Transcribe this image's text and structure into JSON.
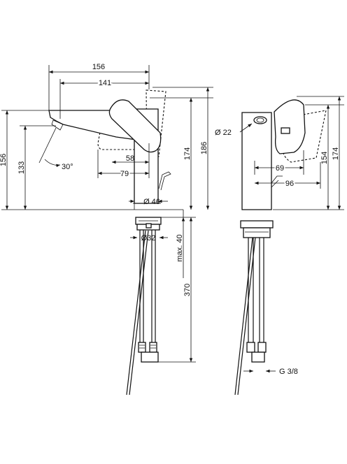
{
  "side_view": {
    "dim_width_overall": "156",
    "dim_width_spout": "141",
    "dim_height_spout": "156",
    "dim_height_outlet": "133",
    "dim_angle": "30°",
    "dim_lever_58": "58",
    "dim_lever_79": "79",
    "dim_height_body": "174",
    "dim_height_total": "186",
    "dim_base_diameter": "Ø 46",
    "dim_shank_diameter": "Ø32",
    "dim_max_thickness": "max. 40",
    "dim_hose_length": "370"
  },
  "front_view": {
    "dim_spout_diameter": "Ø 22",
    "dim_lever_69": "69",
    "dim_lever_96": "96",
    "dim_height_154": "154",
    "dim_height_174": "174",
    "dim_connection": "G 3/8"
  }
}
